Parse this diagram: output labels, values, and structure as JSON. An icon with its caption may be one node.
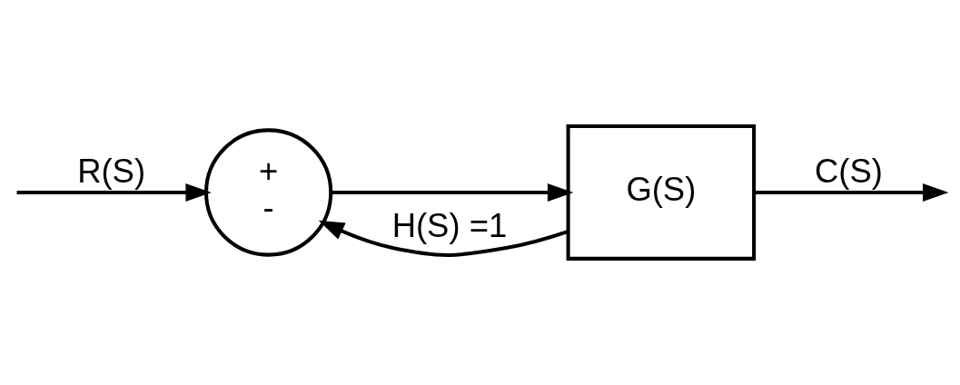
{
  "diagram": {
    "nodes": [
      {
        "text": [
          "+",
          "-"
        ]
      },
      {
        "text": [
          "G(S)"
        ]
      }
    ],
    "edges": [
      {
        "from": null,
        "to": 0,
        "arrow": "to",
        "label": "R(S)"
      },
      {
        "from": 0,
        "to": 1,
        "arrow": "to"
      },
      {
        "from": 1,
        "to": null,
        "arrow": "to",
        "label": "C(S)"
      },
      {
        "from": 1,
        "to": 0,
        "arrow": "to",
        "label": "H(S) =1"
      }
    ]
  }
}
